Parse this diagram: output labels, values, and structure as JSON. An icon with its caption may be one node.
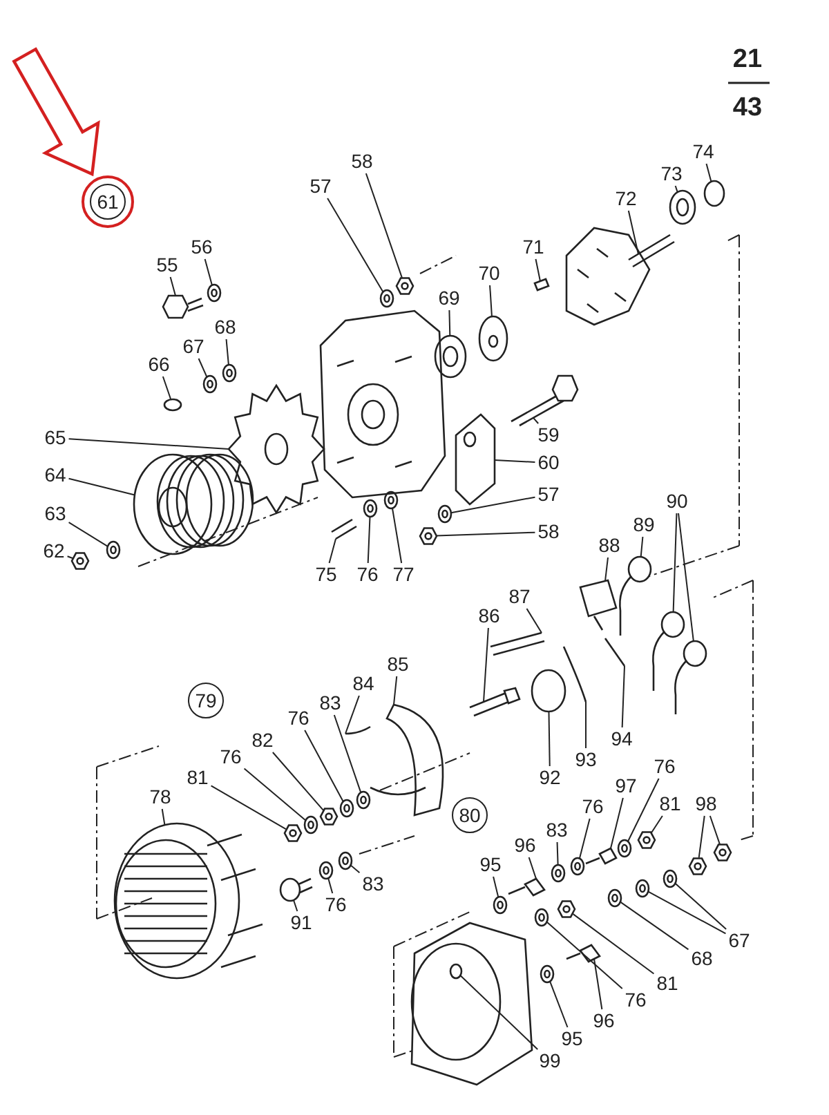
{
  "diagram": {
    "nodes": [
      {
        "text": [
          "61"
        ]
      },
      {
        "text": [
          "58"
        ]
      },
      {
        "text": [
          "57"
        ]
      },
      {
        "text": [
          "74"
        ]
      },
      {
        "text": [
          "73"
        ]
      },
      {
        "text": [
          "72"
        ]
      },
      {
        "text": [
          "56"
        ]
      },
      {
        "text": [
          "55"
        ]
      },
      {
        "text": [
          "71"
        ]
      },
      {
        "text": [
          "70"
        ]
      },
      {
        "text": [
          "69"
        ]
      },
      {
        "text": [
          "68"
        ]
      },
      {
        "text": [
          "67"
        ]
      },
      {
        "text": [
          "66"
        ]
      },
      {
        "text": [
          "59"
        ]
      },
      {
        "text": [
          "65"
        ]
      },
      {
        "text": [
          "60"
        ]
      },
      {
        "text": [
          "64"
        ]
      },
      {
        "text": [
          "57"
        ]
      },
      {
        "text": [
          "90"
        ]
      },
      {
        "text": [
          "63"
        ]
      },
      {
        "text": [
          "89"
        ]
      },
      {
        "text": [
          "58"
        ]
      },
      {
        "text": [
          "88"
        ]
      },
      {
        "text": [
          "62"
        ]
      },
      {
        "text": [
          "75"
        ]
      },
      {
        "text": [
          "76"
        ]
      },
      {
        "text": [
          "77"
        ]
      },
      {
        "text": [
          "87"
        ]
      },
      {
        "text": [
          "86"
        ]
      },
      {
        "text": [
          "85"
        ]
      },
      {
        "text": [
          "84"
        ]
      },
      {
        "text": [
          "79"
        ]
      },
      {
        "text": [
          "83"
        ]
      },
      {
        "text": [
          "76"
        ]
      },
      {
        "text": [
          "94"
        ]
      },
      {
        "text": [
          "82"
        ]
      },
      {
        "text": [
          "76"
        ]
      },
      {
        "text": [
          "93"
        ]
      },
      {
        "text": [
          "76"
        ]
      },
      {
        "text": [
          "81"
        ]
      },
      {
        "text": [
          "92"
        ]
      },
      {
        "text": [
          "97"
        ]
      },
      {
        "text": [
          "78"
        ]
      },
      {
        "text": [
          "81"
        ]
      },
      {
        "text": [
          "98"
        ]
      },
      {
        "text": [
          "80"
        ]
      },
      {
        "text": [
          "83"
        ]
      },
      {
        "text": [
          "76"
        ]
      },
      {
        "text": [
          "96"
        ]
      },
      {
        "text": [
          "95"
        ]
      },
      {
        "text": [
          "83"
        ]
      },
      {
        "text": [
          "76"
        ]
      },
      {
        "text": [
          "91"
        ]
      },
      {
        "text": [
          "67"
        ]
      },
      {
        "text": [
          "68"
        ]
      },
      {
        "text": [
          "81"
        ]
      },
      {
        "text": [
          "76"
        ]
      },
      {
        "text": [
          "96"
        ]
      },
      {
        "text": [
          "95"
        ]
      },
      {
        "text": [
          "99"
        ]
      },
      {
        "text": [],
        "shape": "picture"
      },
      {
        "text": [],
        "shape": "picture"
      },
      {
        "text": [],
        "shape": "circle"
      },
      {
        "text": [],
        "shape": "picture"
      },
      {
        "text": [],
        "shape": "picture"
      },
      {
        "text": [],
        "shape": "picture"
      },
      {
        "text": [],
        "shape": "picture"
      },
      {
        "text": [],
        "shape": "picture"
      },
      {
        "text": [],
        "shape": "picture"
      },
      {
        "text": [],
        "shape": "picture"
      },
      {
        "text": [],
        "shape": "picture"
      },
      {
        "text": [],
        "shape": "picture"
      },
      {
        "text": [],
        "shape": "circle"
      },
      {
        "text": [],
        "shape": "picture"
      },
      {
        "text": [],
        "shape": "picture"
      },
      {
        "text": [],
        "shape": "picture"
      },
      {
        "text": [],
        "shape": "picture"
      },
      {
        "text": [],
        "shape": "picture"
      },
      {
        "text": [],
        "shape": "picture"
      },
      {
        "text": [],
        "shape": "picture"
      },
      {
        "text": [],
        "shape": "picture"
      },
      {
        "text": [],
        "shape": "picture"
      },
      {
        "text": [],
        "shape": "picture"
      },
      {
        "text": [],
        "shape": "picture"
      },
      {
        "text": [],
        "shape": "picture"
      },
      {
        "text": [],
        "shape": "picture"
      },
      {
        "text": [],
        "shape": "picture"
      },
      {
        "text": [],
        "shape": "picture"
      },
      {
        "text": [],
        "shape": "picture"
      },
      {
        "text": [],
        "shape": "picture"
      },
      {
        "text": [],
        "shape": "picture"
      },
      {
        "text": [],
        "shape": "picture"
      },
      {
        "text": [],
        "shape": "picture"
      },
      {
        "text": [],
        "shape": "picture"
      },
      {
        "text": [],
        "shape": "picture"
      },
      {
        "text": [],
        "shape": "picture"
      },
      {
        "text": [],
        "shape": "picture"
      },
      {
        "text": [],
        "shape": "picture"
      },
      {
        "text": [],
        "shape": "picture"
      },
      {
        "text": [],
        "shape": "picture"
      },
      {
        "text": [],
        "shape": "circle"
      },
      {
        "text": [],
        "shape": "picture"
      },
      {
        "text": [],
        "shape": "picture"
      },
      {
        "text": [],
        "shape": "picture"
      },
      {
        "text": [],
        "shape": "picture"
      },
      {
        "text": [],
        "shape": "picture"
      },
      {
        "text": [],
        "shape": "picture"
      },
      {
        "text": [],
        "shape": "picture"
      },
      {
        "text": [],
        "shape": "picture"
      },
      {
        "text": [],
        "shape": "picture"
      },
      {
        "text": [],
        "shape": "picture"
      },
      {
        "text": [],
        "shape": "picture"
      },
      {
        "text": [],
        "shape": "circle"
      },
      {
        "text": [],
        "shape": "picture"
      },
      {
        "text": [],
        "shape": "picture"
      },
      {
        "text": [],
        "shape": "picture"
      },
      {
        "text": [],
        "shape": "picture"
      },
      {
        "text": [],
        "shape": "picture"
      },
      {
        "text": [],
        "shape": "picture"
      },
      {
        "text": [],
        "shape": "picture"
      },
      {
        "text": [],
        "shape": "picture"
      }
    ],
    "edges": [
      {
        "from": null,
        "to": 0,
        "arrow": "to",
        "color": "#d42020"
      },
      {
        "from": 1,
        "to": 61,
        "arrow": "none"
      },
      {
        "from": 2,
        "to": 62,
        "arrow": "none"
      },
      {
        "from": 3,
        "to": 63,
        "arrow": "none"
      },
      {
        "from": 4,
        "to": 64,
        "arrow": "none"
      },
      {
        "from": 5,
        "to": 65,
        "arrow": "none"
      },
      {
        "from": 6,
        "to": 66,
        "arrow": "none"
      },
      {
        "from": 7,
        "to": 67,
        "arrow": "none"
      },
      {
        "from": 8,
        "to": 68,
        "arrow": "none"
      },
      {
        "from": 9,
        "to": 69,
        "arrow": "none"
      },
      {
        "from": 10,
        "to": 70,
        "arrow": "none"
      },
      {
        "from": 11,
        "to": 71,
        "arrow": "none"
      },
      {
        "from": 12,
        "to": 72,
        "arrow": "none"
      },
      {
        "from": 13,
        "to": 73,
        "arrow": "none"
      },
      {
        "from": 14,
        "to": 74,
        "arrow": "none"
      },
      {
        "from": 15,
        "to": 75,
        "arrow": "none"
      },
      {
        "from": 16,
        "to": 76,
        "arrow": "none"
      },
      {
        "from": 17,
        "to": 77,
        "arrow": "none"
      },
      {
        "from": 18,
        "to": 78,
        "arrow": "none"
      },
      {
        "from": 19,
        "to": 79,
        "arrow": "none"
      },
      {
        "from": 19,
        "to": 80,
        "arrow": "none"
      },
      {
        "from": 20,
        "to": 81,
        "arrow": "none"
      },
      {
        "from": 21,
        "to": 82,
        "arrow": "none"
      },
      {
        "from": 22,
        "to": 83,
        "arrow": "none"
      },
      {
        "from": 23,
        "to": 84,
        "arrow": "none"
      },
      {
        "from": 24,
        "to": 85,
        "arrow": "none"
      },
      {
        "from": 25,
        "to": 86,
        "arrow": "none"
      },
      {
        "from": 26,
        "to": 87,
        "arrow": "none"
      },
      {
        "from": 27,
        "to": 88,
        "arrow": "none"
      },
      {
        "from": 28,
        "to": 89,
        "arrow": "none"
      },
      {
        "from": 29,
        "to": 90,
        "arrow": "none"
      },
      {
        "from": 30,
        "to": 91,
        "arrow": "none"
      },
      {
        "from": 31,
        "to": 92,
        "arrow": "none"
      },
      {
        "from": 33,
        "to": 93,
        "arrow": "none"
      },
      {
        "from": 34,
        "to": 94,
        "arrow": "none"
      },
      {
        "from": 35,
        "to": 95,
        "arrow": "none"
      },
      {
        "from": 36,
        "to": 96,
        "arrow": "none"
      },
      {
        "from": 37,
        "to": 97,
        "arrow": "none"
      },
      {
        "from": 38,
        "to": 98,
        "arrow": "none"
      },
      {
        "from": 39,
        "to": 99,
        "arrow": "none"
      },
      {
        "from": 40,
        "to": 100,
        "arrow": "none"
      },
      {
        "from": 41,
        "to": 101,
        "arrow": "none"
      },
      {
        "from": 42,
        "to": 102,
        "arrow": "none"
      },
      {
        "from": 43,
        "to": 103,
        "arrow": "none"
      },
      {
        "from": 44,
        "to": 104,
        "arrow": "none"
      },
      {
        "from": 45,
        "to": 105,
        "arrow": "none"
      },
      {
        "from": 45,
        "to": 106,
        "arrow": "none"
      },
      {
        "from": 47,
        "to": 107,
        "arrow": "none"
      },
      {
        "from": 48,
        "to": 108,
        "arrow": "none"
      },
      {
        "from": 49,
        "to": 109,
        "arrow": "none"
      },
      {
        "from": 50,
        "to": 110,
        "arrow": "none"
      },
      {
        "from": 51,
        "to": 111,
        "arrow": "none"
      },
      {
        "from": 52,
        "to": 112,
        "arrow": "none"
      },
      {
        "from": 53,
        "to": 113,
        "arrow": "none"
      },
      {
        "from": 54,
        "to": 114,
        "arrow": "none"
      },
      {
        "from": 54,
        "to": 115,
        "arrow": "none"
      },
      {
        "from": 55,
        "to": 116,
        "arrow": "none"
      },
      {
        "from": 56,
        "to": 117,
        "arrow": "none"
      },
      {
        "from": 57,
        "to": 118,
        "arrow": "none"
      },
      {
        "from": 58,
        "to": 119,
        "arrow": "none"
      },
      {
        "from": 59,
        "to": 120,
        "arrow": "none"
      },
      {
        "from": 60,
        "to": 121,
        "arrow": "none"
      }
    ],
    "labels": [
      "21",
      "43"
    ]
  }
}
